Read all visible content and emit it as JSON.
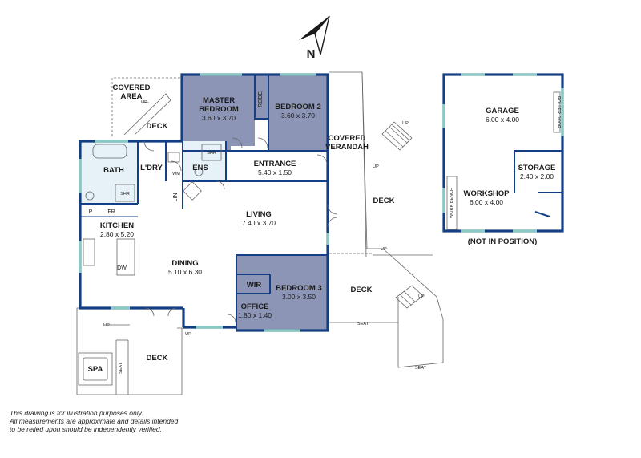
{
  "compass": {
    "label": "N"
  },
  "rooms": {
    "covered_area": {
      "line1": "COVERED",
      "line2": "AREA"
    },
    "deck_nw": {
      "name": "DECK"
    },
    "master_bedroom": {
      "line1": "MASTER",
      "line2": "BEDROOM",
      "dims": "3.60 x 3.70"
    },
    "robe": {
      "name": "ROBE"
    },
    "bedroom2": {
      "name": "BEDROOM 2",
      "dims": "3.60 x 3.70"
    },
    "covered_verandah": {
      "line1": "COVERED",
      "line2": "VERANDAH"
    },
    "bath": {
      "name": "BATH"
    },
    "laundry": {
      "name": "L'DRY"
    },
    "ensuite": {
      "name": "ENS"
    },
    "entrance": {
      "name": "ENTRANCE",
      "dims": "5.40 x 1.50"
    },
    "living": {
      "name": "LIVING",
      "dims": "7.40 x 3.70"
    },
    "kitchen": {
      "name": "KITCHEN",
      "dims": "2.80 x 5.20"
    },
    "dining": {
      "name": "DINING",
      "dims": "5.10 x 6.30"
    },
    "wir": {
      "name": "WIR"
    },
    "bedroom3": {
      "name": "BEDROOM 3",
      "dims": "3.00 x 3.50"
    },
    "office": {
      "name": "OFFICE",
      "dims": "1.80 x 1.40"
    },
    "deck_east": {
      "name": "DECK"
    },
    "deck_se": {
      "name": "DECK"
    },
    "deck_sw": {
      "name": "DECK"
    },
    "spa": {
      "name": "SPA"
    },
    "garage": {
      "name": "GARAGE",
      "dims": "6.00 x 4.00"
    },
    "storage": {
      "name": "STORAGE",
      "dims": "2.40 x 2.00"
    },
    "workshop": {
      "name": "WORKSHOP",
      "dims": "6.00 x 4.00"
    }
  },
  "fixtures": {
    "shr": "SHR",
    "wm": "WM",
    "p": "P",
    "fr": "FR",
    "dw": "DW",
    "lin": "LIN",
    "seat": "SEAT",
    "up": "UP",
    "work_bench": "WORK BENCH",
    "roller_door": "ROLLER DOOR"
  },
  "garage_note": "(NOT IN POSITION)",
  "disclaimer": [
    "This drawing is for illustration purposes only.",
    "All measurements are approximate and details intended",
    "to be relied upon should be independently verified."
  ],
  "colors": {
    "wall": "#143f85",
    "bedroom_fill": "#8c95b6",
    "wet_fill": "#e6f2f8",
    "window": "#88c9c4",
    "line": "#555555"
  }
}
